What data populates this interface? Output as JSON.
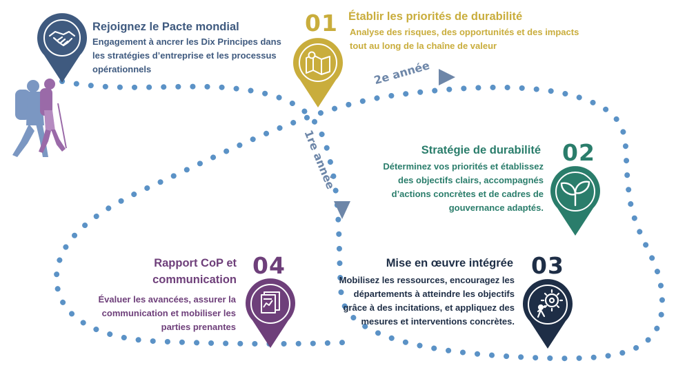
{
  "colors": {
    "navy": "#3f5a7f",
    "gold": "#c9ad3c",
    "green": "#2a7d6b",
    "purple": "#6e3f7a",
    "dark_navy": "#1e2e46",
    "dots": "#5b92c6",
    "year_label": "#6d86a8"
  },
  "start": {
    "title": "Rejoignez le Pacte mondial",
    "lines": [
      "Engagement à ancrer les Dix Principes dans",
      "les stratégies d’entreprise et les processus",
      "opérationnels"
    ],
    "icon": "handshake-icon"
  },
  "step1": {
    "number": "01",
    "title": "Établir les priorités de durabilité",
    "lines": [
      "Analyse des risques, des opportunités et des impacts",
      "tout au long de la chaîne de valeur"
    ],
    "icon": "map-icon"
  },
  "step2": {
    "number": "02",
    "title": "Stratégie de durabilité",
    "lines": [
      "Déterminez vos priorités et établissez",
      "des objectifs clairs, accompagnés",
      "d’actions concrètes et de cadres de",
      "gouvernance adaptés."
    ],
    "icon": "sprout-icon"
  },
  "step3": {
    "number": "03",
    "title": "Mise en œuvre intégrée",
    "lines": [
      "Mobilisez les ressources, encouragez les",
      "départements à atteindre les objectifs",
      "grâce à des incitations, et appliquez des",
      "mesures et interventions concrètes."
    ],
    "icon": "gear-people-icon"
  },
  "step4": {
    "number": "04",
    "title_lines": [
      "Rapport CoP et",
      "communication"
    ],
    "lines": [
      "Évaluer les avancées, assurer la",
      "communication et mobiliser les",
      "parties prenantes"
    ],
    "icon": "report-icon"
  },
  "years": {
    "first": "1re année",
    "second": "2e année"
  },
  "illustration": "hikers-icon"
}
